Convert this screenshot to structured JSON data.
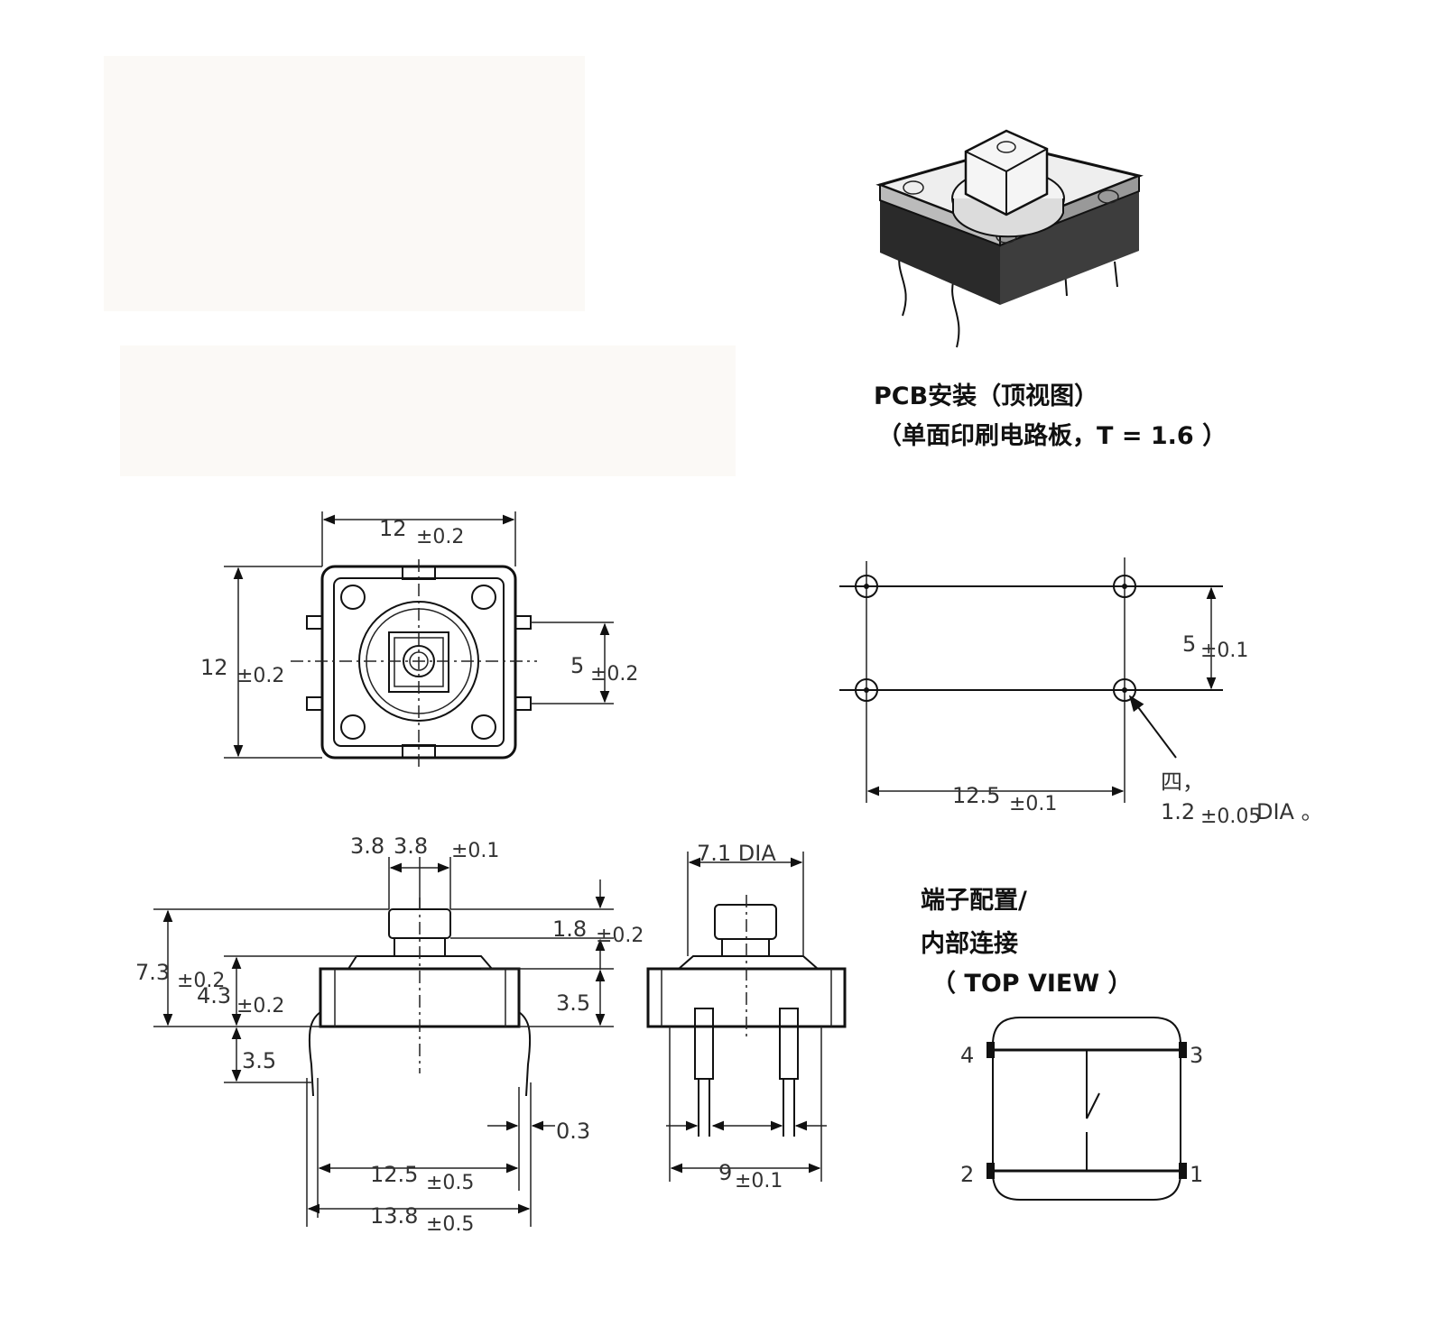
{
  "product_view": {
    "caption_line1": "PCB安装（顶视图）",
    "caption_line2": "（单面印刷电路板，T = 1.6 ）"
  },
  "top_view": {
    "width_value": "12",
    "width_tol": "±0.2",
    "height_value": "12",
    "height_tol": "±0.2",
    "pin_pitch_value": "5",
    "pin_pitch_tol": "±0.2"
  },
  "pcb_layout": {
    "row_pitch_value": "5",
    "row_pitch_tol": "±0.1",
    "col_pitch_value": "12.5",
    "col_pitch_tol": "±0.1",
    "hole_count_label": "四，",
    "hole_dia_value": "1.2",
    "hole_dia_tol": "±0.05",
    "hole_dia_unit": "DIA 。"
  },
  "side_view": {
    "stem_a": "3.8",
    "stem_b": "3.8",
    "stem_tol": "±0.1",
    "total_height_value": "7.3",
    "total_height_tol": "±0.2",
    "body_height_value": "4.3",
    "body_height_tol": "±0.2",
    "stem_height_value": "1.8",
    "stem_height_tol": "±0.2",
    "body_right": "3.5",
    "pin_length": "3.5",
    "pin_thickness": "0.3",
    "pin_span_value": "12.5",
    "pin_span_tol": "±0.5",
    "overall_value": "13.8",
    "overall_tol": "±0.5"
  },
  "front_view": {
    "cap_dia": "7.1 DIA",
    "pin_spacing_value": "9",
    "pin_spacing_tol": "±0.1"
  },
  "schematic": {
    "title_line1": "端子配置/",
    "title_line2": "内部连接",
    "title_line3": "（ TOP VIEW ）",
    "pins": [
      "4",
      "3",
      "2",
      "1"
    ]
  }
}
